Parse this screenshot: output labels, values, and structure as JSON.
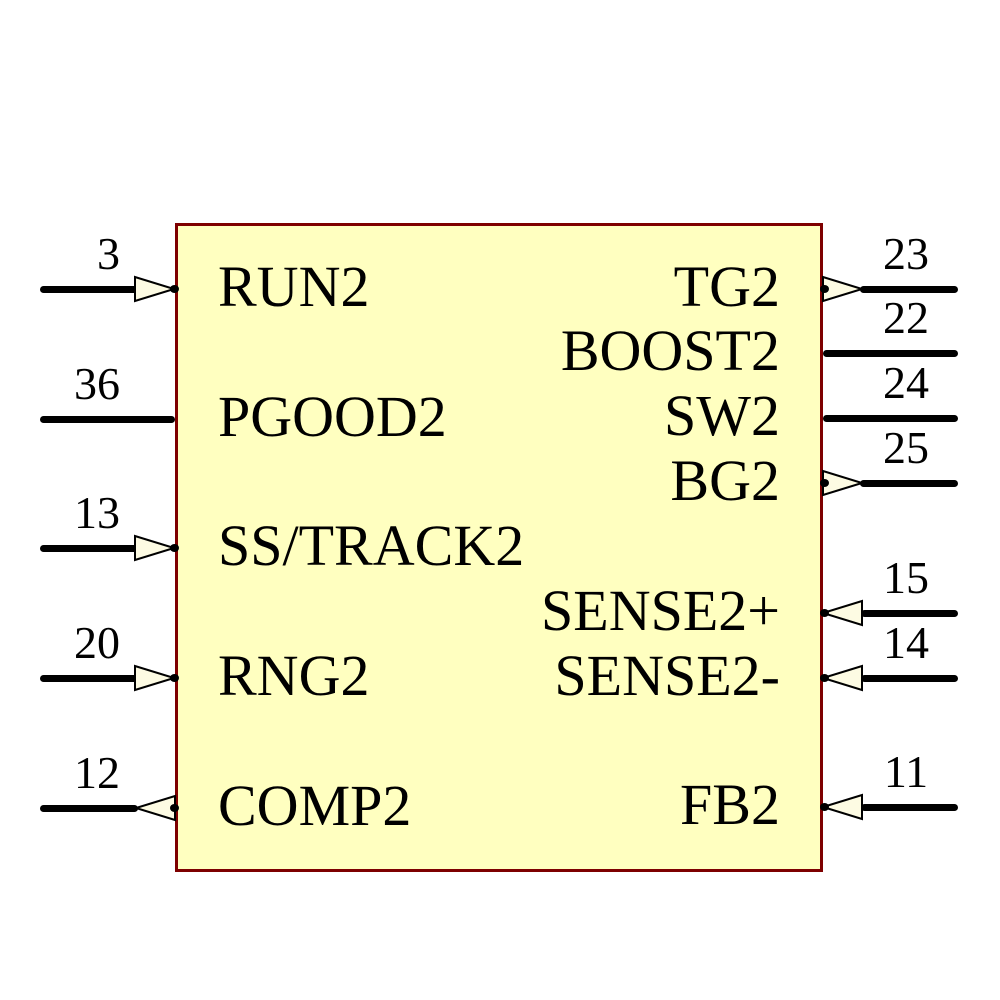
{
  "symbol": {
    "kind": "ic-schematic-symbol",
    "colors": {
      "body_fill": "#FFFFC0",
      "body_border": "#7E0000",
      "arrow_fill": "#FDFBE3",
      "wire": "#000000",
      "text": "#000000",
      "background": "#FFFFFF"
    },
    "pins_left": [
      {
        "number": "3",
        "label": "RUN2",
        "arrow": "input"
      },
      {
        "number": "36",
        "label": "PGOOD2",
        "arrow": "none"
      },
      {
        "number": "13",
        "label": "SS/TRACK2",
        "arrow": "input"
      },
      {
        "number": "20",
        "label": "RNG2",
        "arrow": "input"
      },
      {
        "number": "12",
        "label": "COMP2",
        "arrow": "output"
      }
    ],
    "pins_right": [
      {
        "number": "23",
        "label": "TG2",
        "arrow": "output"
      },
      {
        "number": "22",
        "label": "BOOST2",
        "arrow": "none"
      },
      {
        "number": "24",
        "label": "SW2",
        "arrow": "none"
      },
      {
        "number": "25",
        "label": "BG2",
        "arrow": "output"
      },
      {
        "number": "15",
        "label": "SENSE2+",
        "arrow": "input"
      },
      {
        "number": "14",
        "label": "SENSE2-",
        "arrow": "input"
      },
      {
        "number": "11",
        "label": "FB2",
        "arrow": "input"
      }
    ]
  }
}
